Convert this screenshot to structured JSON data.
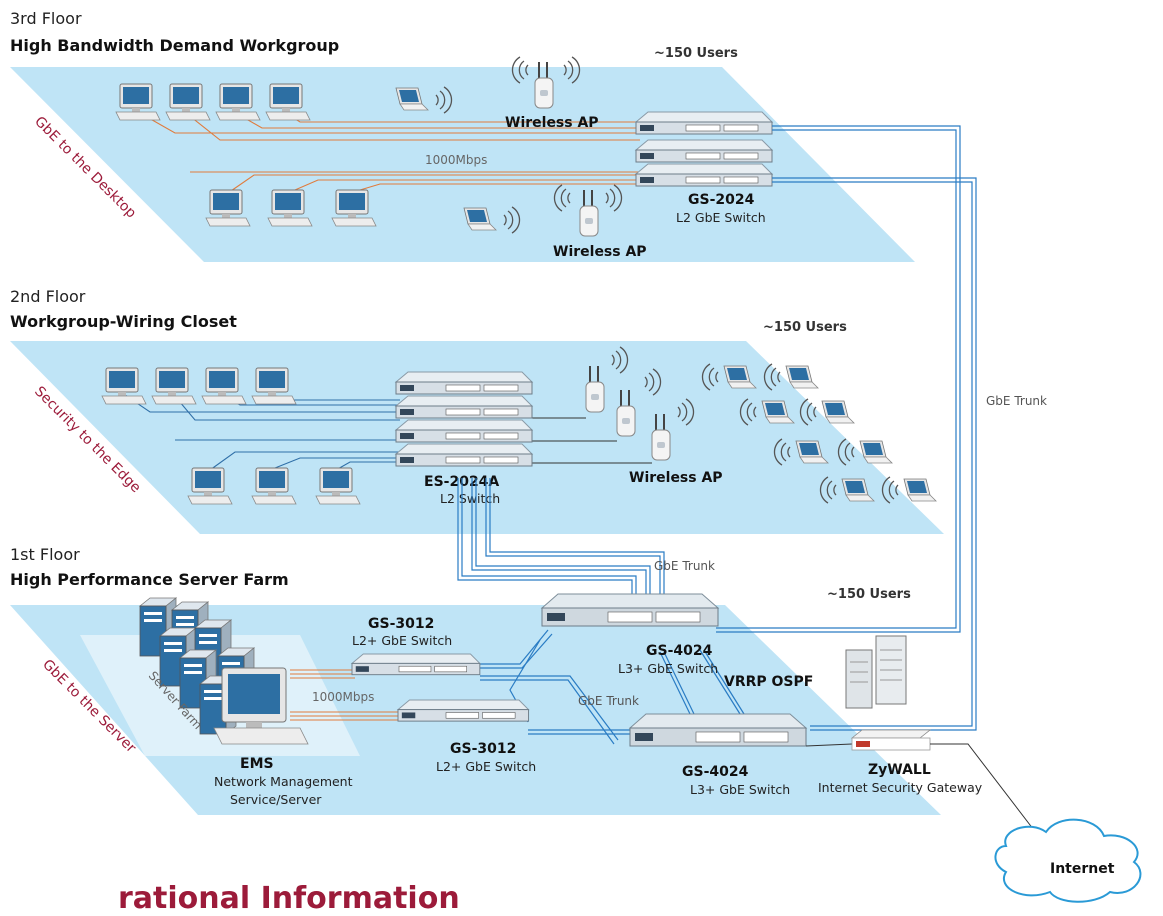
{
  "colors": {
    "floor_fill": "#bfe4f6",
    "server_zone": "#dff1fa",
    "accent_red": "#9c1b3a",
    "desktop_link": "#e07b3c",
    "edge_link": "#2f6fa8",
    "trunk": "#2a7cc4"
  },
  "floors": {
    "third": {
      "name": "3rd Floor",
      "title": "High Bandwidth Demand Workgroup",
      "users": "~150 Users",
      "edge_label": "GbE to the Desktop",
      "link_speed": "1000Mbps",
      "ap_label_top": "Wireless AP",
      "ap_label_bottom": "Wireless AP",
      "switch_name": "GS-2024",
      "switch_type": "L2 GbE Switch"
    },
    "second": {
      "name": "2nd Floor",
      "title": "Workgroup-Wiring Closet",
      "users": "~150 Users",
      "edge_label": "Security to the Edge",
      "ap_label": "Wireless AP",
      "switch_name": "ES-2024A",
      "switch_type": "L2 Switch"
    },
    "first": {
      "name": "1st Floor",
      "title": "High Performance Server Farm",
      "users": "~150 Users",
      "edge_label": "GbE to the Server",
      "zone_label": "Server Farm",
      "link_speed": "1000Mbps",
      "gs3012_top_name": "GS-3012",
      "gs3012_top_type": "L2+ GbE Switch",
      "gs3012_bottom_name": "GS-3012",
      "gs3012_bottom_type": "L2+ GbE Switch",
      "gs4024_top_name": "GS-4024",
      "gs4024_top_type": "L3+ GbE Switch",
      "gs4024_bottom_name": "GS-4024",
      "gs4024_bottom_type": "L3+ GbE Switch",
      "protocols": "VRRP OSPF",
      "trunk_label": "GbE Trunk",
      "ems_name": "EMS",
      "ems_line1": "Network Management",
      "ems_line2": "Service/Server",
      "zywall_name": "ZyWALL",
      "zywall_type": "Internet Security Gateway"
    }
  },
  "trunk_label_right": "GbE Trunk",
  "trunk_label_mid": "GbE Trunk",
  "internet_label": "Internet",
  "footer_text": "rational Information"
}
